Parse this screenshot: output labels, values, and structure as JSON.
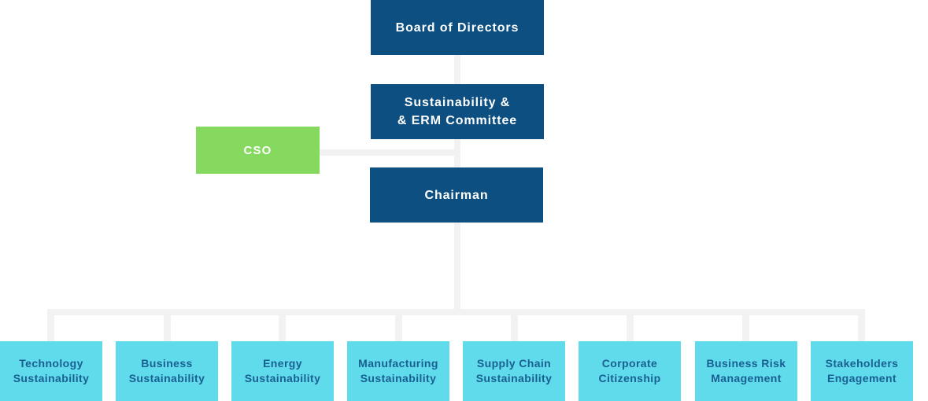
{
  "palette": {
    "dark_blue": "#0d4f81",
    "green": "#86d95f",
    "cyan": "#60dbec",
    "connector_gray": "#f2f2f2",
    "dark_box_text": "#ffffff",
    "cyan_box_text": "#195f91"
  },
  "org_chart": {
    "board": {
      "label": "Board of Directors"
    },
    "committee": {
      "line1": "Sustainability &",
      "line2": "& ERM Committee"
    },
    "cso": {
      "label": "CSO"
    },
    "chairman": {
      "label": "Chairman"
    },
    "departments": [
      {
        "line1": "Technology",
        "line2": "Sustainability"
      },
      {
        "line1": "Business",
        "line2": "Sustainability"
      },
      {
        "line1": "Energy",
        "line2": "Sustainability"
      },
      {
        "line1": "Manufacturing",
        "line2": "Sustainability"
      },
      {
        "line1": "Supply Chain",
        "line2": "Sustainability"
      },
      {
        "line1": "Corporate",
        "line2": "Citizenship"
      },
      {
        "line1": "Business Risk",
        "line2": "Management"
      },
      {
        "line1": "Stakeholders",
        "line2": "Engagement"
      }
    ]
  }
}
